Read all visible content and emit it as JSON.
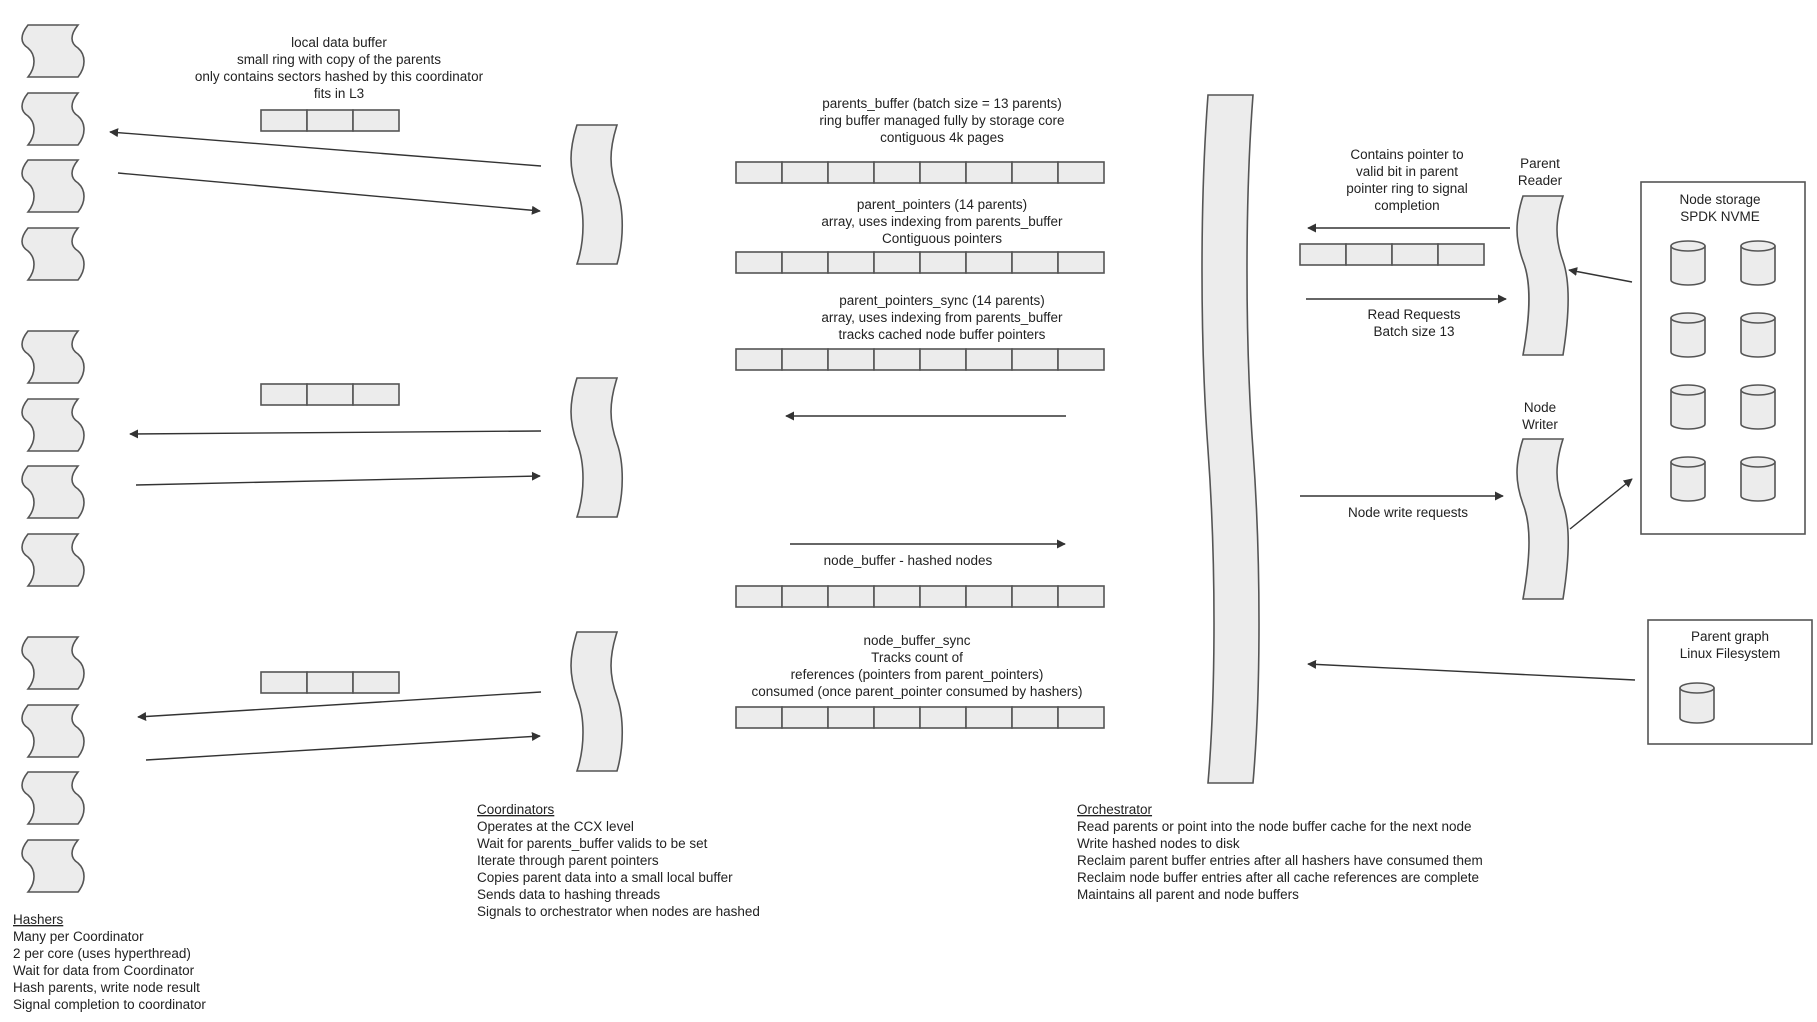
{
  "hashers_label": {
    "title": "Hashers",
    "lines": [
      "Many per Coordinator",
      "2 per core (uses hyperthread)",
      "Wait for data from Coordinator",
      "Hash parents, write node result",
      "Signal completion to coordinator"
    ]
  },
  "local_buffer_label": {
    "lines": [
      "local data buffer",
      "small ring with copy of the parents",
      "only contains sectors hashed by this coordinator",
      "fits in L3"
    ]
  },
  "coordinators_label": {
    "title": "Coordinators",
    "lines": [
      "Operates at the CCX level",
      "Wait for parents_buffer valids to be set",
      "Iterate through parent pointers",
      "Copies parent data into a small local buffer",
      "Sends data to hashing threads",
      "Signals to orchestrator when nodes are hashed"
    ]
  },
  "buffers": [
    {
      "id": "parents_buffer",
      "lines": [
        "parents_buffer (batch size = 13 parents)",
        "ring buffer managed fully by storage core",
        "contiguous 4k pages"
      ]
    },
    {
      "id": "parent_pointers",
      "lines": [
        "parent_pointers (14 parents)",
        "array, uses indexing from parents_buffer",
        "Contiguous pointers"
      ]
    },
    {
      "id": "parent_pointers_sync",
      "lines": [
        "parent_pointers_sync (14 parents)",
        "array, uses indexing from parents_buffer",
        "tracks cached node buffer pointers"
      ]
    },
    {
      "id": "node_buffer",
      "lines": [
        "node_buffer - hashed nodes"
      ]
    },
    {
      "id": "node_buffer_sync",
      "lines": [
        "node_buffer_sync",
        "Tracks count of",
        "references (pointers from parent_pointers)",
        "consumed (once parent_pointer consumed by hashers)"
      ]
    }
  ],
  "orchestrator_label": {
    "title": "Orchestrator",
    "lines": [
      "Read parents or point into the node buffer cache for the next node",
      "Write hashed nodes to disk",
      "Reclaim parent buffer entries after all hashers have consumed them",
      "Reclaim node buffer entries after all cache references are complete",
      "Maintains all parent and node buffers"
    ]
  },
  "pointer_note": {
    "lines": [
      "Contains pointer to",
      "valid bit in parent",
      "pointer ring to signal",
      "completion"
    ]
  },
  "read_requests": {
    "lines": [
      "Read Requests",
      "Batch size 13"
    ]
  },
  "parent_reader": {
    "lines": [
      "Parent",
      "Reader"
    ]
  },
  "node_writer": {
    "lines": [
      "Node",
      "Writer"
    ]
  },
  "node_write_requests": {
    "text": "Node write requests"
  },
  "node_storage": {
    "lines": [
      "Node storage",
      "SPDK NVME"
    ]
  },
  "parent_graph": {
    "lines": [
      "Parent graph",
      "Linux Filesystem"
    ]
  },
  "colors": {
    "shape_fill": "#ececec",
    "stroke": "#555555",
    "text": "#222222"
  }
}
